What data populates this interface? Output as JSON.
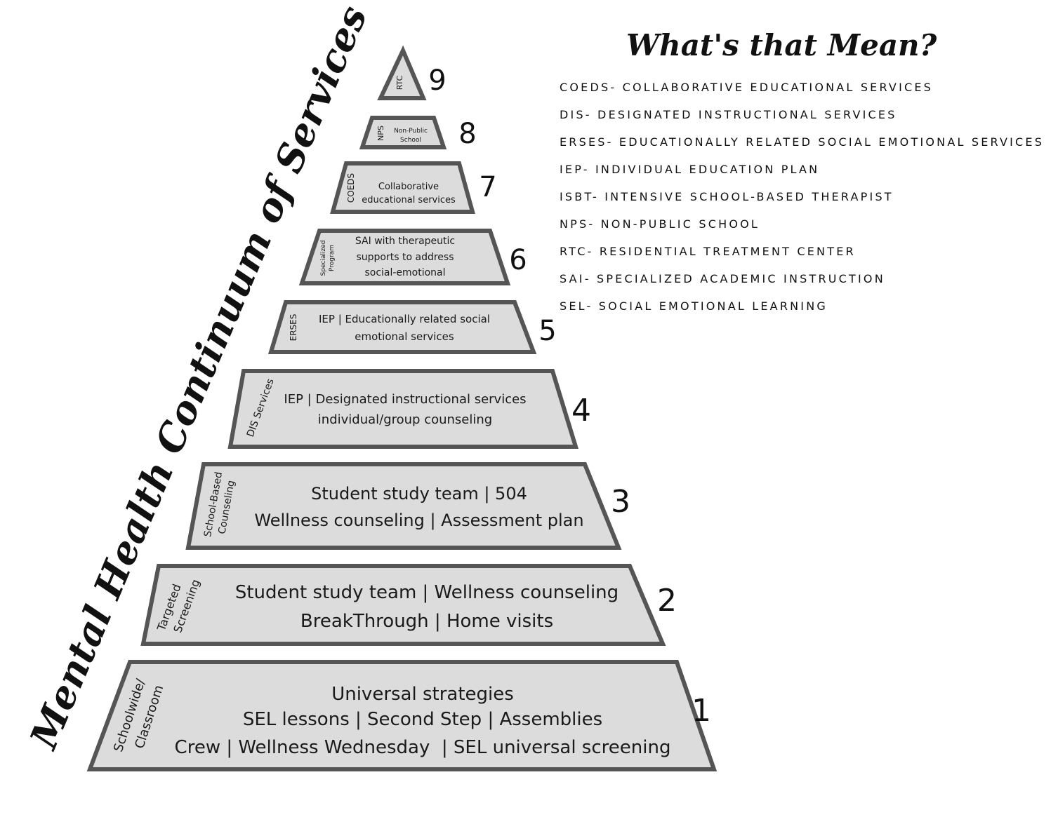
{
  "title": "Mental Health Continuum of Services",
  "glossary_title": "What's that Mean?",
  "glossary": [
    "COEDS- COLLABORATIVE EDUCATIONAL SERVICES",
    "DIS- DESIGNATED INSTRUCTIONAL SERVICES",
    "ERSES- EDUCATIONALLY RELATED SOCIAL EMOTIONAL SERVICES",
    "IEP- INDIVIDUAL EDUCATION PLAN",
    "ISBT- INTENSIVE SCHOOL-BASED THERAPIST",
    "NPS- NON-PUBLIC SCHOOL",
    "RTC- RESIDENTIAL TREATMENT CENTER",
    "SAI- SPECIALIZED ACADEMIC INSTRUCTION",
    "SEL- SOCIAL EMOTIONAL LEARNING"
  ],
  "tiers": [
    {
      "number": "9",
      "side": [
        "RTC"
      ],
      "lines": []
    },
    {
      "number": "8",
      "side": [
        "NPS"
      ],
      "lines": [
        "Non-Public",
        "School"
      ]
    },
    {
      "number": "7",
      "side": [
        "COEDS"
      ],
      "lines": [
        "Collaborative",
        "educational services"
      ]
    },
    {
      "number": "6",
      "side": [
        "Specialized",
        "Program"
      ],
      "lines": [
        "SAI with therapeutic",
        "supports to address",
        "social-emotional"
      ]
    },
    {
      "number": "5",
      "side": [
        "ERSES"
      ],
      "lines": [
        "IEP | Educationally related social",
        "emotional services"
      ]
    },
    {
      "number": "4",
      "side": [
        "DIS Services"
      ],
      "lines": [
        "IEP | Designated instructional services",
        "individual/group counseling"
      ]
    },
    {
      "number": "3",
      "side": [
        "School-Based",
        "Counseling"
      ],
      "lines": [
        "Student study team | 504",
        "Wellness counseling | Assessment plan"
      ]
    },
    {
      "number": "2",
      "side": [
        "Targeted",
        "Screening"
      ],
      "lines": [
        "Student study team | Wellness counseling",
        "BreakThrough | Home visits"
      ]
    },
    {
      "number": "1",
      "side": [
        "Schoolwide/",
        "Classroom"
      ],
      "lines": [
        "Universal strategies",
        "SEL lessons | Second Step | Assemblies",
        "Crew | Wellness Wednesday  | SEL universal screening"
      ]
    }
  ],
  "colors": {
    "fill": "#dcdcdc",
    "stroke": "#555555"
  }
}
